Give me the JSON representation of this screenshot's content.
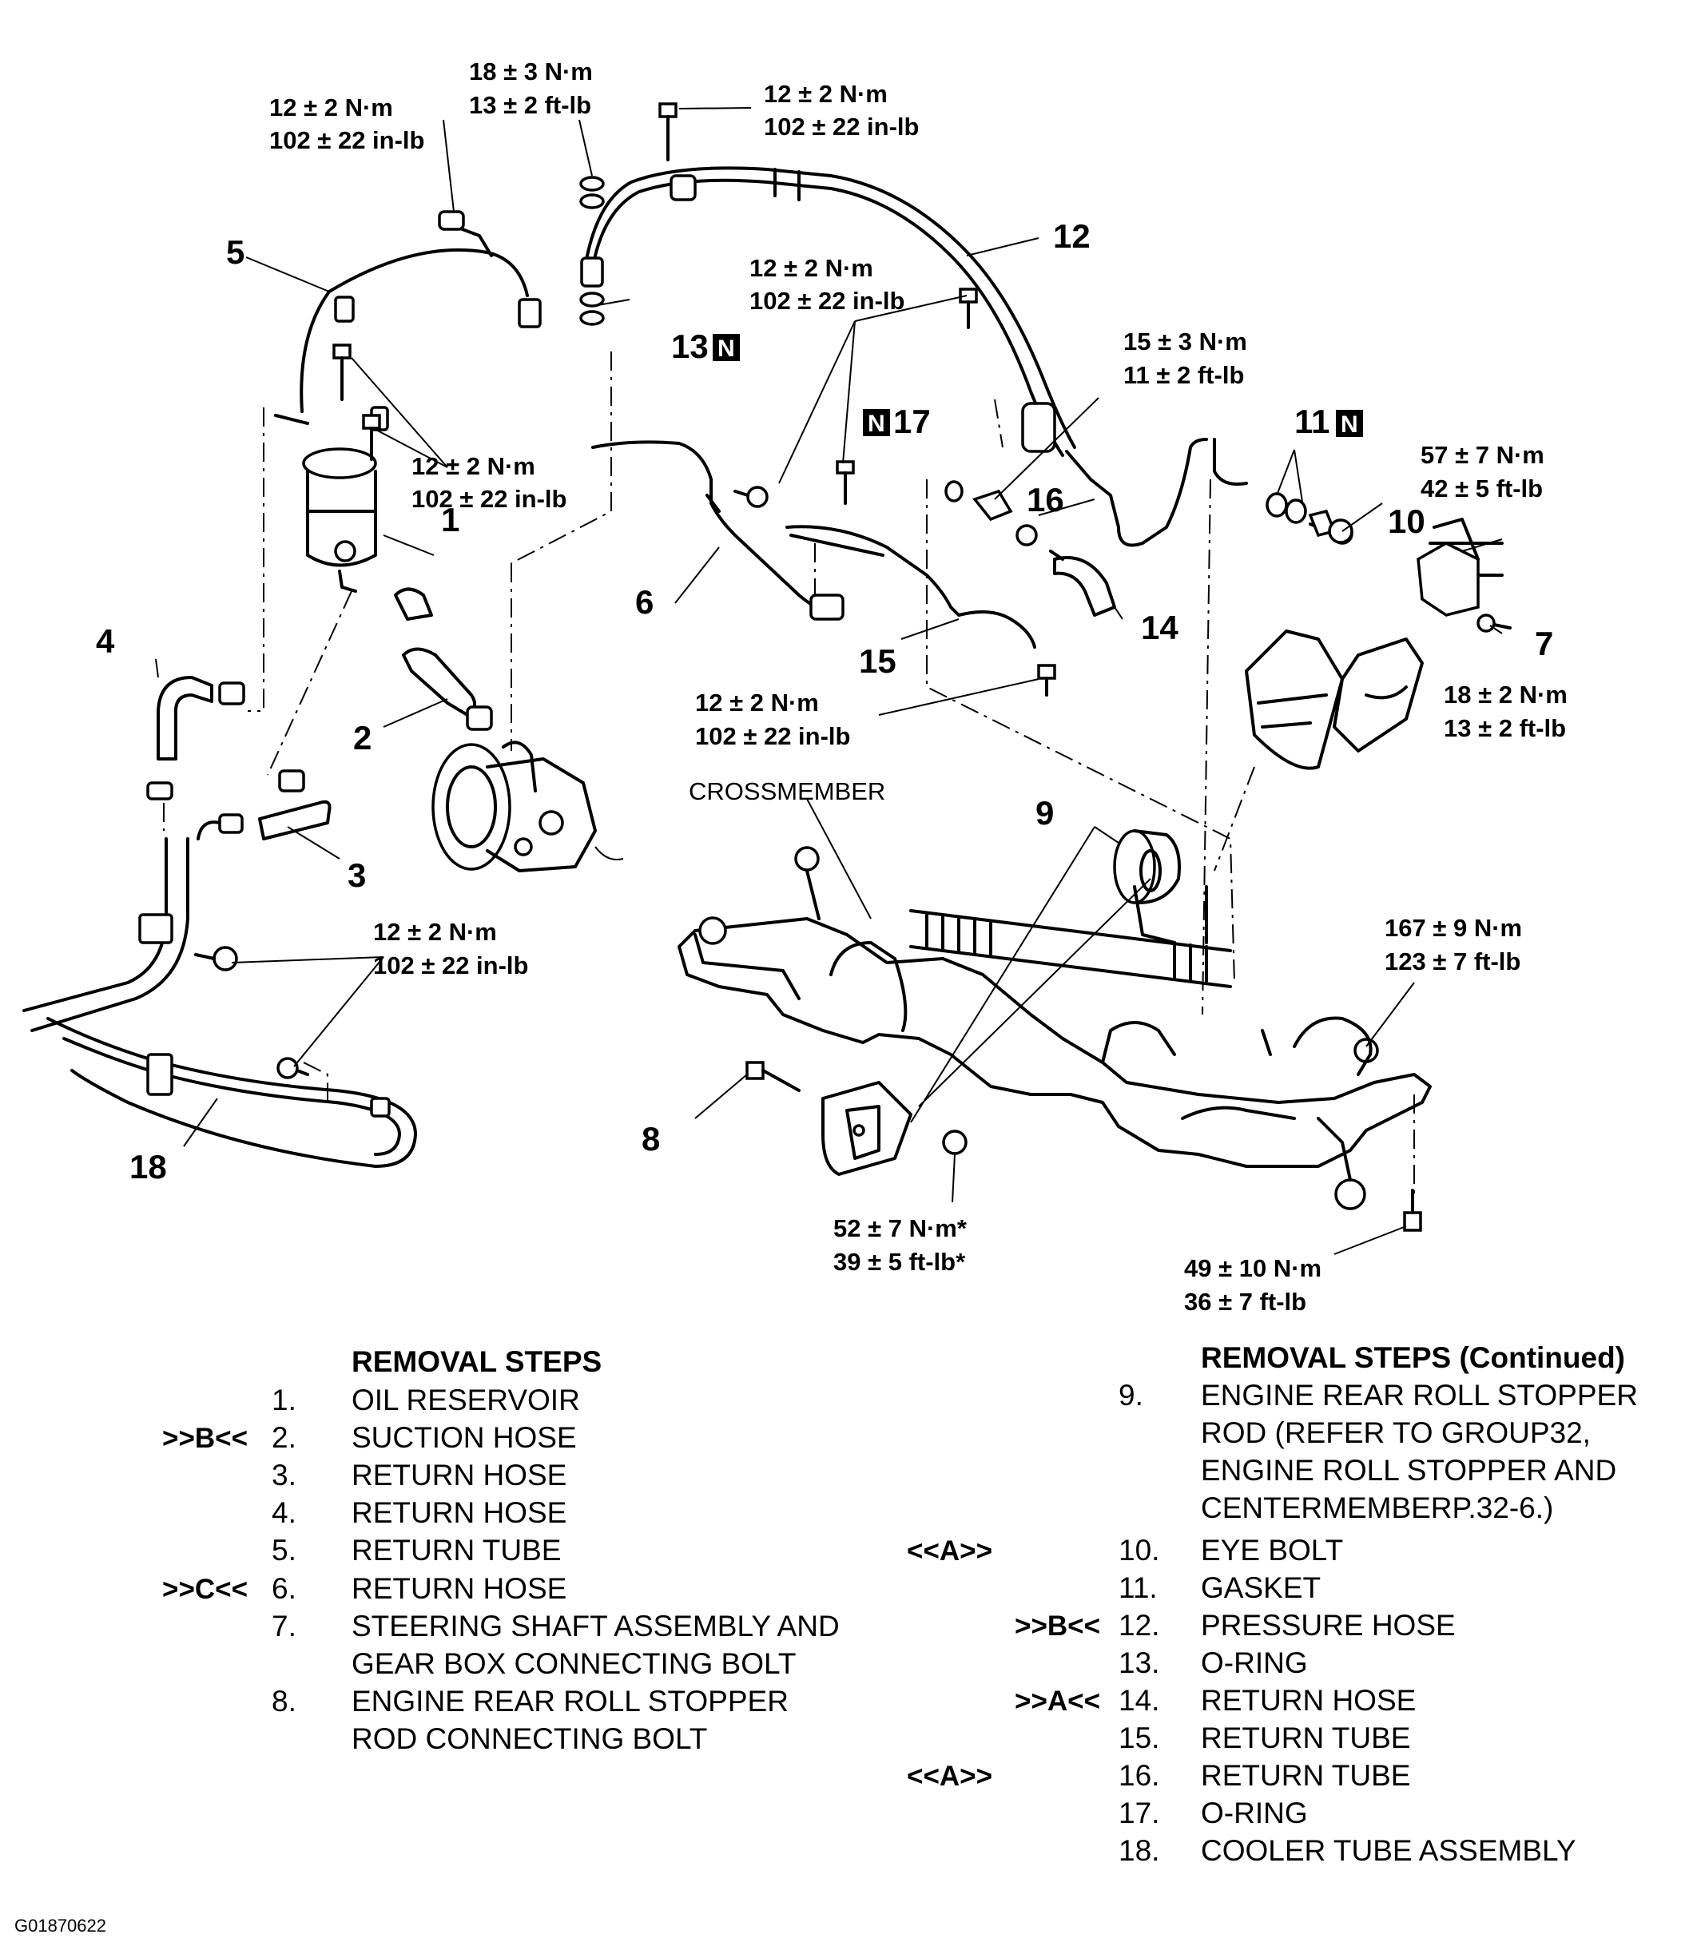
{
  "callouts": {
    "c1": "1",
    "c2": "2",
    "c3": "3",
    "c4": "4",
    "c5": "5",
    "c6": "6",
    "c7": "7",
    "c8": "8",
    "c9": "9",
    "c10": "10",
    "c11": "11",
    "c12": "12",
    "c13": "13",
    "c14": "14",
    "c15": "15",
    "c16": "16",
    "c17": "17",
    "c18": "18"
  },
  "new_part_mark": "N",
  "component_label": "CROSSMEMBER",
  "torques": {
    "t_top_a_1": "18 ± 3 N·m",
    "t_top_a_2": "13 ± 2 ft-lb",
    "t_top_b_1": "12 ± 2 N·m",
    "t_top_b_2": "102 ± 22 in-lb",
    "t_top_c_1": "12 ± 2 N·m",
    "t_top_c_2": "102 ± 22 in-lb",
    "t_mid_a_1": "12 ± 2 N·m",
    "t_mid_a_2": "102 ± 22 in-lb",
    "t_res_1": "12 ± 2 N·m",
    "t_res_2": "102 ± 22 in-lb",
    "t_16_1": "15 ± 3 N·m",
    "t_16_2": "11 ± 2 ft-lb",
    "t_10_1": "57 ± 7 N·m",
    "t_10_2": "42 ± 5 ft-lb",
    "t_7_1": "18 ± 2 N·m",
    "t_7_2": "13 ± 2 ft-lb",
    "t_15_1": "12 ± 2 N·m",
    "t_15_2": "102 ± 22 in-lb",
    "t_18_1": "12 ± 2 N·m",
    "t_18_2": "102 ± 22 in-lb",
    "t_cm_1": "167 ± 9 N·m",
    "t_cm_2": "123 ± 7 ft-lb",
    "t_8_1": "52 ± 7 N·m*",
    "t_8_2": "39 ± 5 ft-lb*",
    "t_bot_1": "49 ± 10 N·m",
    "t_bot_2": "36 ± 7 ft-lb"
  },
  "removal_left": {
    "heading": "REMOVAL STEPS",
    "steps": [
      {
        "mark": "",
        "num": "1.",
        "text": "OIL RESERVOIR"
      },
      {
        "mark": ">>B<<",
        "num": "2.",
        "text": "SUCTION HOSE"
      },
      {
        "mark": "",
        "num": "3.",
        "text": "RETURN HOSE"
      },
      {
        "mark": "",
        "num": "4.",
        "text": "RETURN HOSE"
      },
      {
        "mark": "",
        "num": "5.",
        "text": "RETURN TUBE"
      },
      {
        "mark": ">>C<<",
        "num": "6.",
        "text": "RETURN HOSE"
      },
      {
        "mark": "",
        "num": "7.",
        "text": "STEERING SHAFT ASSEMBLY AND"
      },
      {
        "mark": "",
        "num": "",
        "text": "GEAR BOX CONNECTING BOLT"
      },
      {
        "mark": "",
        "num": "8.",
        "text": "ENGINE REAR ROLL STOPPER"
      },
      {
        "mark": "",
        "num": "",
        "text": "ROD CONNECTING BOLT"
      }
    ]
  },
  "removal_right": {
    "heading": "REMOVAL STEPS (Continued)",
    "steps": [
      {
        "mark": "",
        "num": "9.",
        "text": "ENGINE REAR ROLL STOPPER"
      },
      {
        "mark": "",
        "num": "",
        "text": "ROD (REFER TO GROUP32,"
      },
      {
        "mark": "",
        "num": "",
        "text": "ENGINE ROLL STOPPER AND"
      },
      {
        "mark": "",
        "num": "",
        "text": "CENTERMEMBERP.32-6.)"
      },
      {
        "mark": "<<A>>",
        "num": "10.",
        "text": "EYE BOLT"
      },
      {
        "mark": "",
        "num": "11.",
        "text": "GASKET"
      },
      {
        "mark": ">>B<<",
        "num": "12.",
        "text": "PRESSURE HOSE"
      },
      {
        "mark": "",
        "num": "13.",
        "text": "O-RING"
      },
      {
        "mark": ">>A<<",
        "num": "14.",
        "text": "RETURN HOSE"
      },
      {
        "mark": "",
        "num": "15.",
        "text": "RETURN TUBE"
      },
      {
        "mark": "<<A>>",
        "num": "16.",
        "text": "RETURN TUBE"
      },
      {
        "mark": "",
        "num": "17.",
        "text": "O-RING"
      },
      {
        "mark": "",
        "num": "18.",
        "text": "COOLER TUBE ASSEMBLY"
      }
    ]
  },
  "figure_id": "G01870622"
}
